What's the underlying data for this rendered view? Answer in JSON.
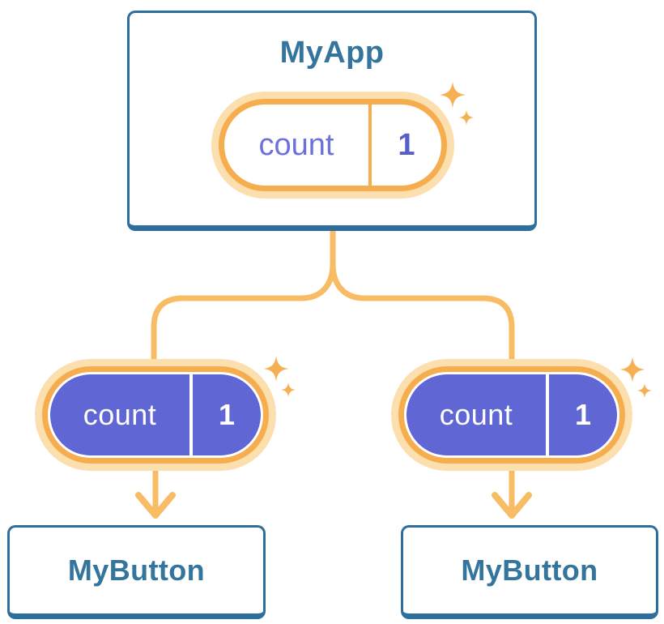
{
  "tree": {
    "root": {
      "title": "MyApp",
      "state": {
        "label": "count",
        "value": "1"
      }
    },
    "children": [
      {
        "title": "MyButton",
        "state": {
          "label": "count",
          "value": "1"
        }
      },
      {
        "title": "MyButton",
        "state": {
          "label": "count",
          "value": "1"
        }
      }
    ]
  },
  "icons": {
    "sparkle": "✦",
    "arrow_down": "↓"
  },
  "colors": {
    "card_border": "#2e6e9c",
    "card_title": "#34759e",
    "connector": "#f8bc64",
    "sparkle": "#f6b054",
    "pill_ring": "#f5ad4e",
    "pill_glow": "#fbdfae",
    "pill_fill": "#6066d3",
    "label_purple": "#6c71dc",
    "value_purple": "#575dc9"
  }
}
